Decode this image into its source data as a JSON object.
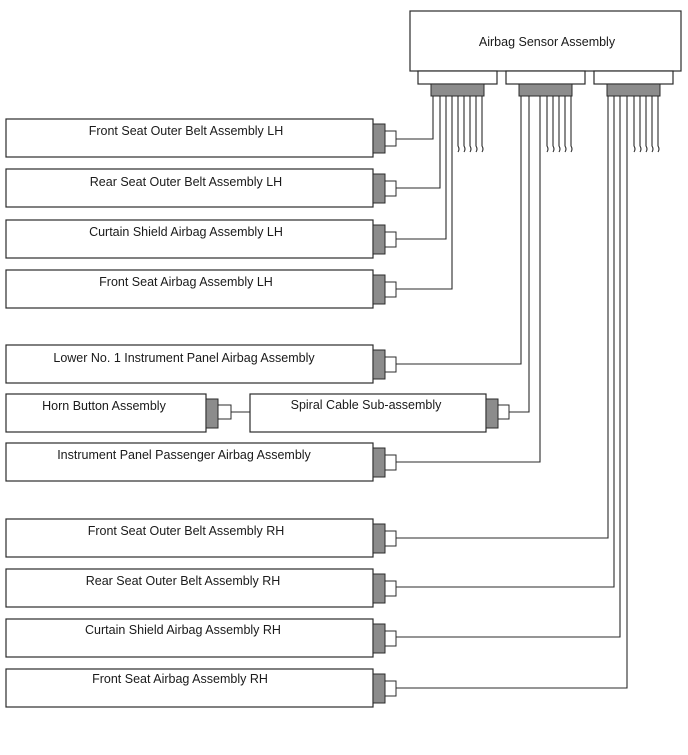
{
  "diagram": {
    "sensor_title": "Airbag Sensor Assembly",
    "components": {
      "front_belt_lh": "Front Seat Outer Belt Assembly LH",
      "rear_belt_lh": "Rear Seat Outer Belt Assembly LH",
      "curtain_lh": "Curtain Shield Airbag Assembly LH",
      "front_airbag_lh": "Front Seat Airbag Assembly LH",
      "lower_panel": "Lower No. 1 Instrument Panel Airbag Assembly",
      "horn_button": "Horn Button Assembly",
      "spiral_cable": "Spiral Cable Sub-assembly",
      "passenger_airbag": "Instrument Panel Passenger Airbag Assembly",
      "front_belt_rh": "Front Seat Outer Belt Assembly RH",
      "rear_belt_rh": "Rear Seat Outer Belt Assembly RH",
      "curtain_rh": "Curtain Shield Airbag Assembly RH",
      "front_airbag_rh": "Front Seat Airbag Assembly RH"
    }
  }
}
